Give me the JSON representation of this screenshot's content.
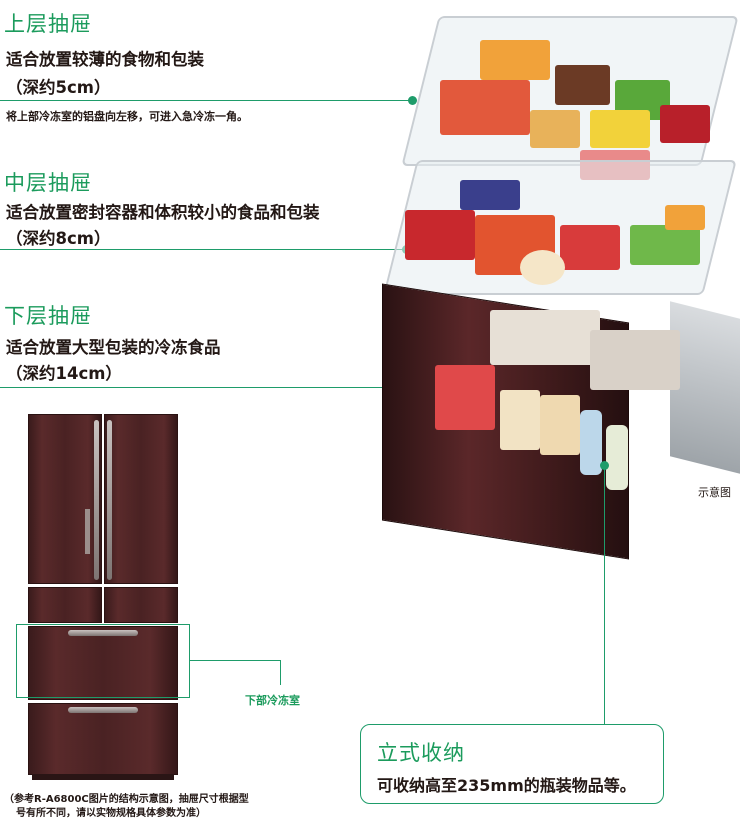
{
  "tiers": [
    {
      "title": "上层抽屉",
      "desc": "适合放置较薄的食物和包装",
      "depth": "（深约5cm）",
      "note": "将上部冷冻室的铝盘向左移，可进入急冷冻一角。"
    },
    {
      "title": "中层抽屉",
      "desc": "适合放置密封容器和体积较小的食品和包装",
      "depth": "（深约8cm）"
    },
    {
      "title": "下层抽屉",
      "desc": "适合放置大型包装的冷冻食品",
      "depth": "（深约14cm）"
    }
  ],
  "illustration_label": "示意图",
  "freezer_label": "下部冷冻室",
  "footnote": [
    "（参考R-A6800C图片的结构示意图，抽屉尺寸根据型",
    "号有所不同，请以实物规格具体参数为准）"
  ],
  "callout": {
    "title": "立式收纳",
    "body": "可收纳高至235mm的瓶装物品等。"
  },
  "colors": {
    "accent": "#1b9b5c",
    "line": "#1e9c6a",
    "text": "#231815",
    "fridge_brown": "#4a2223"
  }
}
